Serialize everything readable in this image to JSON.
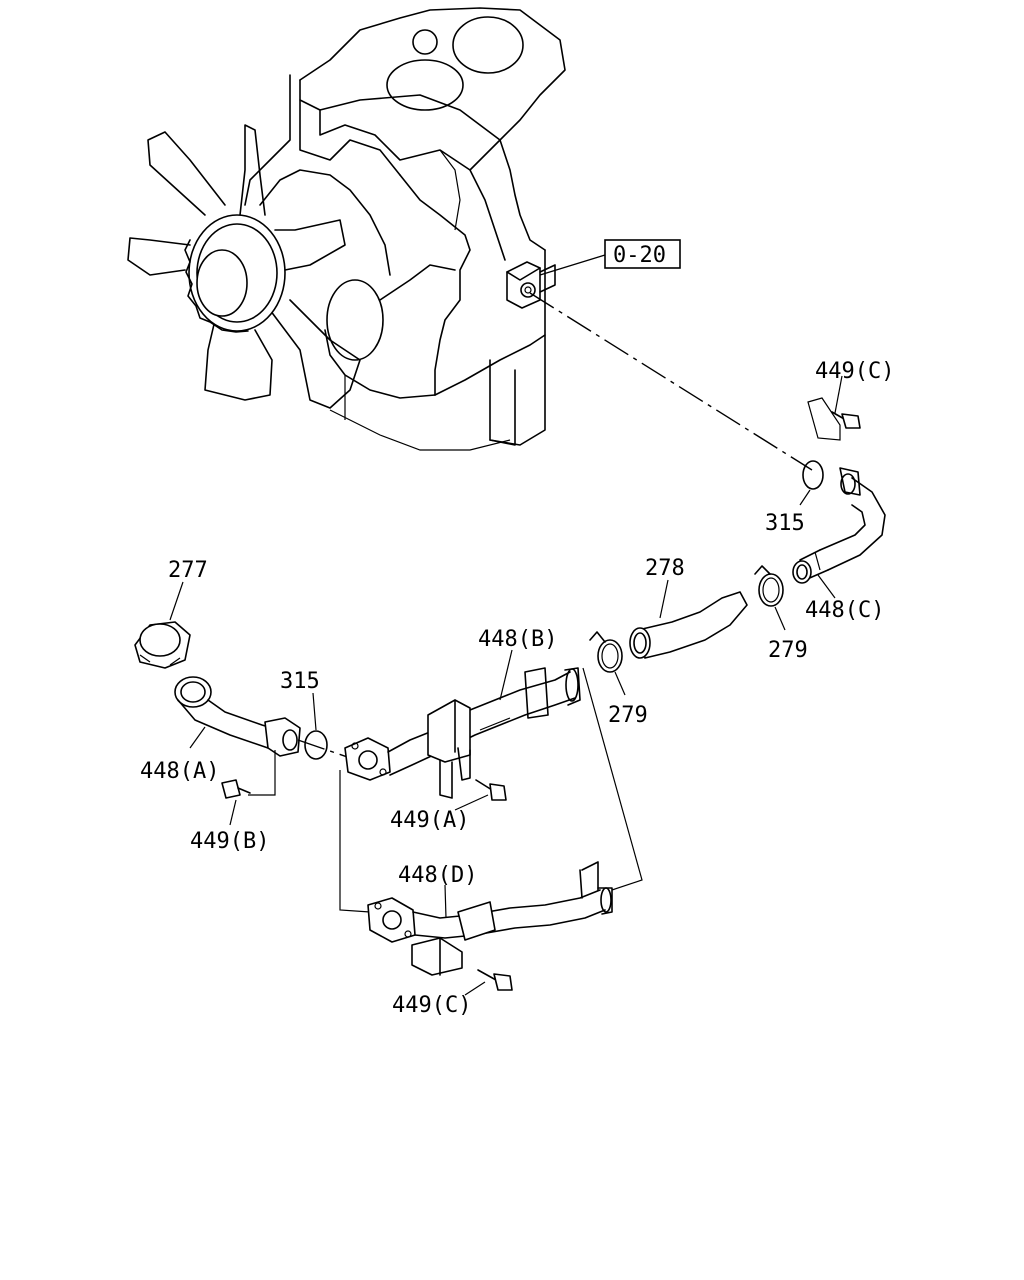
{
  "reference_box": "0-20",
  "labels": {
    "l_449c_top": "449(C)",
    "l_315_right": "315",
    "l_278": "278",
    "l_279_right": "279",
    "l_448c": "448(C)",
    "l_277": "277",
    "l_315_left": "315",
    "l_448b": "448(B)",
    "l_279_mid": "279",
    "l_448a": "448(A)",
    "l_449b": "449(B)",
    "l_449a": "449(A)",
    "l_448d": "448(D)",
    "l_449c_bottom": "449(C)"
  }
}
